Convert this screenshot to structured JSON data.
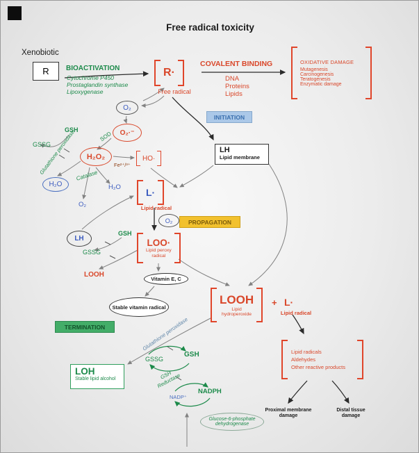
{
  "title": "Free radical toxicity",
  "top": {
    "xenobiotic_label": "Xenobiotic",
    "xenobiotic_symbol": "R",
    "bioactivation": "BIOACTIVATION",
    "enzymes": [
      "Cytochrome P450",
      "Prostaglandin synthase",
      "Lipoxygenase"
    ],
    "free_radical_symbol": "R·",
    "free_radical_label": "Free radical",
    "covalent_binding": "COVALENT BINDING",
    "targets": [
      "DNA",
      "Proteins",
      "Lipids"
    ],
    "oxidative_damage_title": "OXIDATIVE DAMAGE",
    "oxidative_damage_items": [
      "Mutagenesis",
      "Carcinogenesis",
      "Teratogenesis",
      "Enzymatic damage"
    ]
  },
  "ros": {
    "oxygen": "O₂",
    "superoxide": "O₂·⁻",
    "sod": "SOD",
    "hydrogen_peroxide": "H₂O₂",
    "gsh": "GSH",
    "gssg": "GSSG",
    "glutathione_peroxidase": "Glutathione peroxidase",
    "water_ellipse": "H₂O",
    "catalase": "Catalase",
    "water_product": "H₂O",
    "oxygen_product": "O₂",
    "hydroxyl_radical": "HO·",
    "iron": "Fe²⁺/³⁺"
  },
  "stages": {
    "initiation": "INITIATION",
    "propagation": "PROPAGATION",
    "termination": "TERMINATION"
  },
  "membrane": {
    "symbol": "LH",
    "label": "Lipid membrane"
  },
  "lipid_radical": {
    "symbol": "L·",
    "label": "Lipid radical"
  },
  "peroxidation": {
    "oxygen": "O₂",
    "peroxy_symbol": "LOO·",
    "peroxy_label": "Lipid peroxy\nradical",
    "lh": "LH",
    "gsh": "GSH",
    "gssg": "GSSG",
    "looh": "LOOH",
    "vitamin": "Vitamin E, C",
    "stable_vitamin": "Stable vitamin\nradical",
    "hydroperoxide_symbol": "LOOH",
    "hydroperoxide_label": "Lipid\nhydroperoxide",
    "plus": "+",
    "new_radical_symbol": "L·",
    "new_radical_label": "Lipid radical"
  },
  "termination_section": {
    "loh_symbol": "LOH",
    "loh_label": "Stable lipid alcohol",
    "gssg": "GSSG",
    "gsh": "GSH",
    "glutathione_peroxidase": "Glutathione peroxidase",
    "gsh_reductase": "GSH\nReductase",
    "nadp": "NADP⁺",
    "nadph": "NADPH",
    "g6pd": "Glucose-6-phosphate\ndehydrogenase"
  },
  "products": {
    "items": [
      "Lipid radicals",
      "Aldehydes",
      "Other reactive products"
    ]
  },
  "damage": {
    "proximal": "Proximal membrane\ndamage",
    "distal": "Distal tissue\ndamage"
  }
}
